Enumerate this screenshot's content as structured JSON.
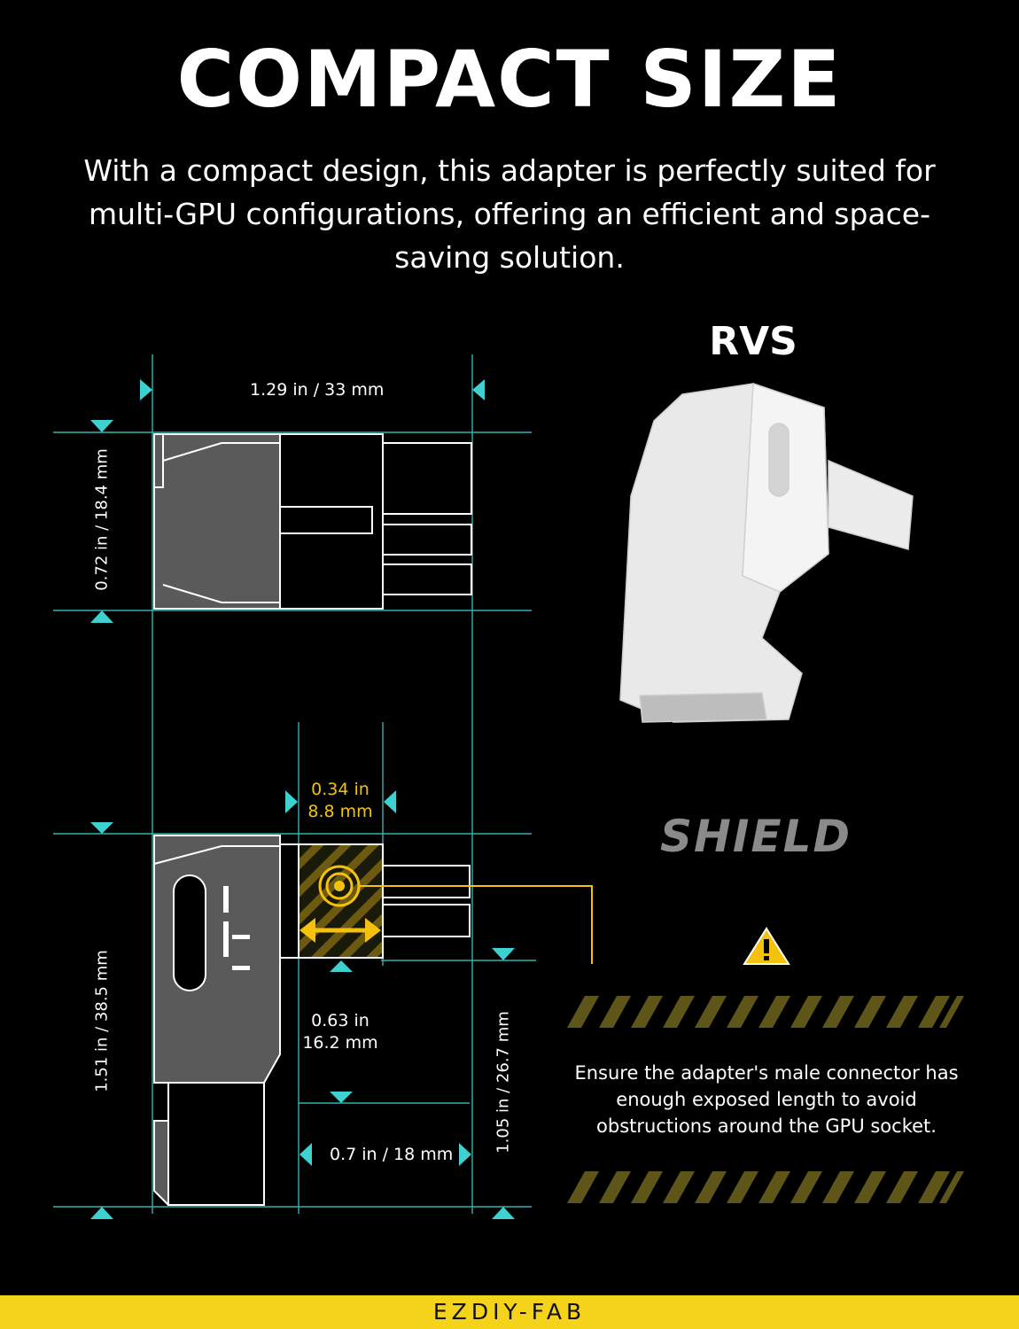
{
  "header": {
    "title": "COMPACT SIZE",
    "subtitle": "With a compact design, this adapter is perfectly suited for multi-GPU configurations, offering an efficient and space-saving solution."
  },
  "product": {
    "name": "RVS"
  },
  "dimensions": {
    "top_width": "1.29 in / 33 mm",
    "top_height": "0.72 in / 18.4 mm",
    "exposed_width_in": "0.34 in",
    "exposed_width_mm": "8.8 mm",
    "side_height": "1.51 in / 38.5 mm",
    "body_height_in": "0.63 in",
    "body_height_mm": "16.2 mm",
    "lower_height": "1.05 in / 26.7 mm",
    "body_width": "0.7 in / 18 mm"
  },
  "shield_label": "SHIELD",
  "warning": {
    "icon": "warning-triangle-icon",
    "text": "Ensure the adapter's male connector has enough exposed length to avoid obstructions around the GPU socket."
  },
  "footer": {
    "brand": "EZDIY-FAB"
  },
  "colors": {
    "background": "#000000",
    "dimension_lines": "#3fd0d0",
    "highlight": "#f4c20d",
    "footer": "#f4d31a",
    "drawing_fill": "#5a5a5a"
  }
}
